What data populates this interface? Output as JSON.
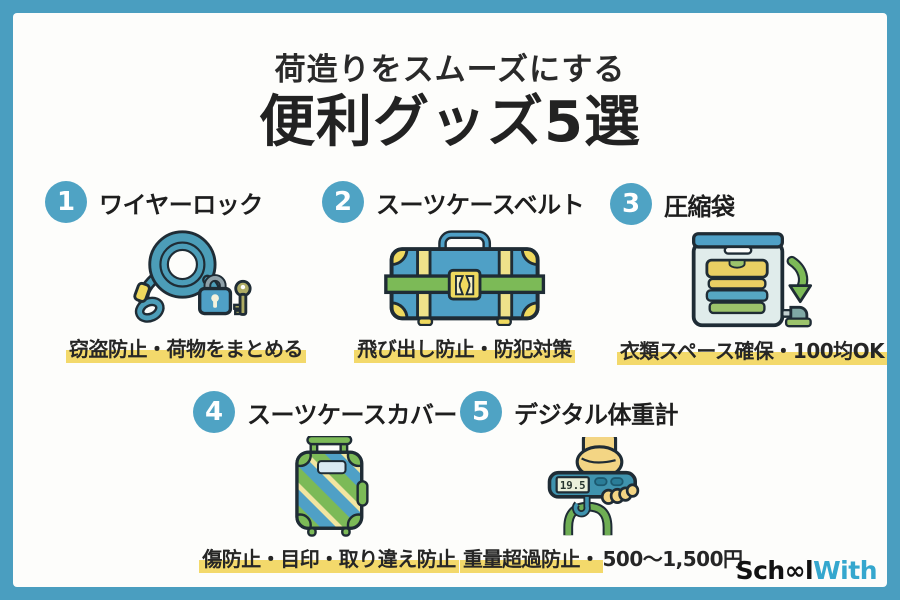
{
  "title": {
    "subtitle": "荷造りをスムーズにする",
    "main": "便利グッズ5選"
  },
  "items": [
    {
      "number": "1",
      "name": "ワイヤーロック",
      "caption_highlighted": "窃盗防止・荷物をまとめる",
      "caption_plain": "",
      "icon": "wire-lock"
    },
    {
      "number": "2",
      "name": "スーツケースベルト",
      "caption_highlighted": "飛び出し防止・防犯対策",
      "caption_plain": "",
      "icon": "suitcase-belt"
    },
    {
      "number": "3",
      "name": "圧縮袋",
      "caption_highlighted": "衣類スペース確保・100均OK",
      "caption_plain": "",
      "icon": "compression-bag"
    },
    {
      "number": "4",
      "name": "スーツケースカバー",
      "caption_highlighted": "傷防止・目印・取り違え防止",
      "caption_plain": "",
      "icon": "suitcase-cover"
    },
    {
      "number": "5",
      "name": "デジタル体重計",
      "caption_highlighted": "重量超過防止・",
      "caption_plain": "500〜1,500円",
      "icon": "luggage-scale",
      "scale_display": "19.5"
    }
  ],
  "logo": {
    "school_prefix": "Sch",
    "oo_ligature": "∞",
    "school_suffix": "l",
    "with_text": "With"
  },
  "colors": {
    "frame_teal": "#4A9EC0",
    "badge_blue": "#4FA3C4",
    "highlight_yellow": "#F3D96B",
    "logo_blue": "#35A7CE",
    "illustration_blue": "#4FA0C6",
    "illustration_green": "#7CBA57",
    "illustration_yellow": "#EFD95E",
    "outline_dark": "#1F2C35"
  }
}
